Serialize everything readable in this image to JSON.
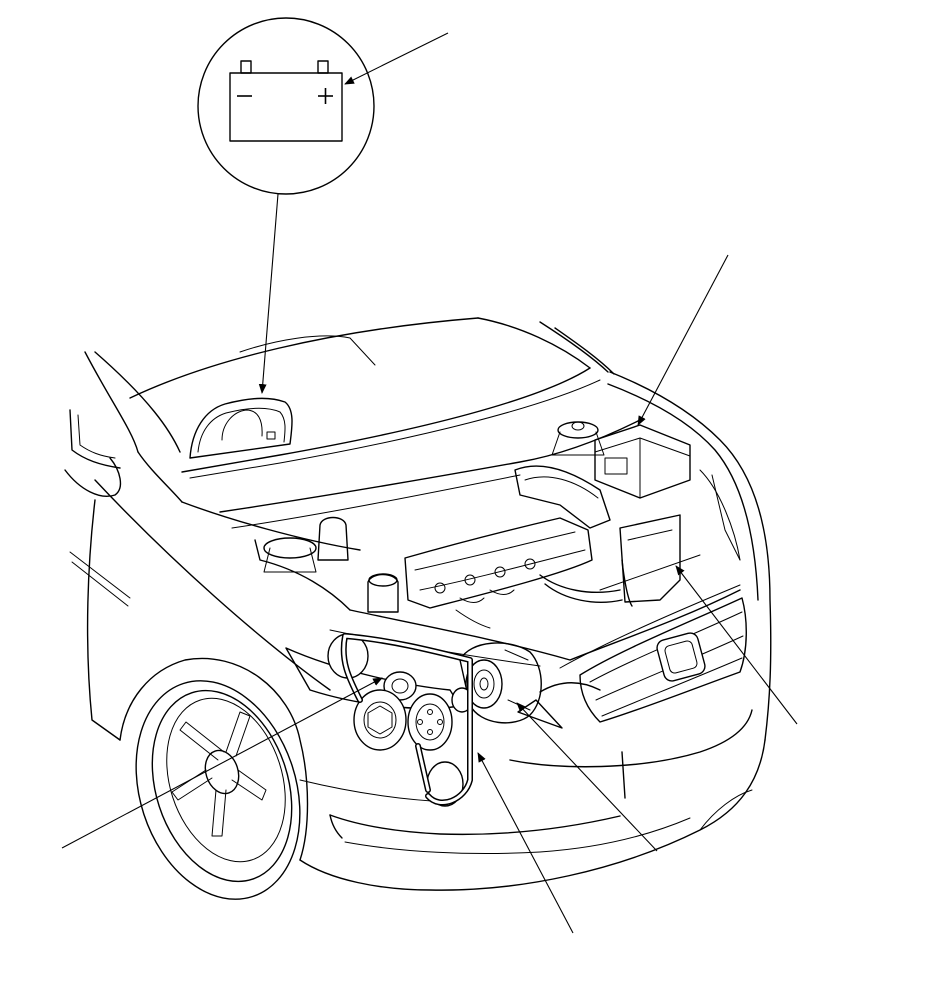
{
  "colors": {
    "line": "#000000",
    "background": "#ffffff"
  },
  "figure": {
    "subject": "",
    "callouts": [
      {
        "name": "battery-callout"
      },
      {
        "name": "engine-ground-callout"
      },
      {
        "name": "ground-strap-callout"
      },
      {
        "name": "crank-pulley-callout"
      },
      {
        "name": "drive-belt-callout"
      },
      {
        "name": "compressor-callout"
      }
    ]
  },
  "battery_symbol": {
    "minus": "−",
    "plus": "+"
  }
}
